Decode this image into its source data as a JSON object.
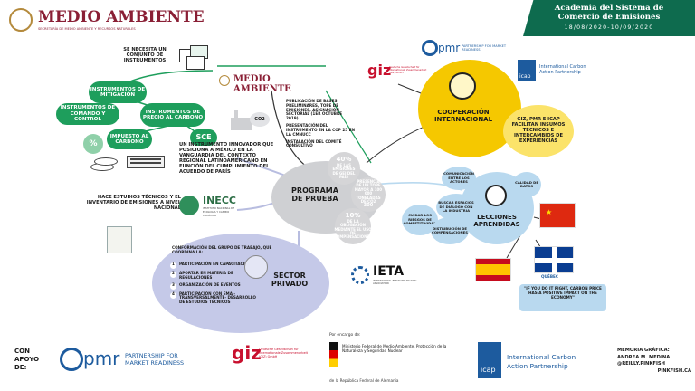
{
  "header": {
    "logo_title": "MEDIO AMBIENTE",
    "logo_subtitle": "SECRETARÍA DE MEDIO AMBIENTE Y RECURSOS NATURALES",
    "banner_title_1": "Academia del Sistema de",
    "banner_title_2": "Comercio de Emisiones",
    "banner_dates": "18/08/2020-10/09/2020"
  },
  "left": {
    "note_top": "SE NECESITA UN CONJUNTO DE INSTRUMENTOS",
    "mitigacion": "INSTRUMENTOS DE MITIGACIÓN",
    "comando": "INSTRUMENTOS DE COMANDO Y CONTROL",
    "precio": "INSTRUMENTOS DE PRECIO AL CARBONO",
    "impuesto": "IMPUESTO AL CARBONO",
    "sce": "SCE",
    "percent_icon": "%",
    "innovador": "UN INSTRUMENTO INNOVADOR QUE POSICIONA A MÉXICO EN LA VANGUARDIA DEL CONTEXTO REGIONAL LATINOAMERICANO EN FUNCIÓN DEL CUMPLIMIENTO DEL ACUERDO DE PARÍS",
    "co2": "CO2",
    "inecc_note": "HACE ESTUDIOS TÉCNICOS Y EL INVENTARIO DE EMISIONES A NIVEL NACIONAL",
    "inecc_logo": "INECC",
    "inecc_sub": "INSTITUTO NACIONAL DE ECOLOGÍA Y CAMBIO CLIMÁTICO"
  },
  "center": {
    "medio_ambiente_small": "MEDIO AMBIENTE",
    "bullets": [
      "PUBLICACIÓN DE BASES PRELIMINARES, TOPE DE EMISIONES, ASIGNACIÓN SECTORIAL (1ER OCTUBRE 2019)",
      "PRESENTACIÓN DEL INSTRUMENTO EN LA COP 25 EN LA CMNUCC",
      "INSTALACIÓN DEL COMITÉ CONSULTIVO"
    ],
    "programa": "PROGRAMA DE PRUEBA",
    "stat1_value": "40%",
    "stat1_text": "DE LAS EMISIONES DE GEI DEL PAÍS",
    "stat2_text": "PRESENCIA DE UN TOPE MAYOR A 100 000 TONELADAS DE CO2",
    "stat2_value": "300",
    "stat3_value": "10%",
    "stat3_text": "DE LA OBLIGACIÓN MEDIANTE EL USO DE COMPENSACIONES",
    "sector_privado": "SECTOR PRIVADO",
    "grupo_title": "CONFORMACIÓN DEL GRUPO DE TRABAJO, QUE COORDINA LA:",
    "grupo_items": [
      "PARTICIPACIÓN EN CAPACITACIONES",
      "APORTAR EN MATERIA DE REGULACIONES",
      "ORGANIZACIÓN DE EVENTOS",
      "PARTICIPACIÓN CON EMA -TRANSVERSALMENTE- DESARROLLO DE ESTUDIOS TÉCNICOS"
    ],
    "grupo_nums": [
      "1",
      "2",
      "3",
      "4"
    ],
    "ieta": "IETA",
    "ieta_sub": "INTERNATIONAL EMISSIONS TRADING ASSOCIATION"
  },
  "right": {
    "pmr_logo": "PARTNERSHIP FOR MARKET READINESS",
    "giz_logo": "giz",
    "giz_sub": "Deutsche Gesellschaft für Internationale Zusammenarbeit (GIZ) GmbH",
    "icap_logo": "icap",
    "icap_name": "International Carbon Action Partnership",
    "cooperacion": "COOPERACIÓN INTERNACIONAL",
    "insumos": "GIZ, PMR E ICAP FACILITAN INSUMOS TÉCNICOS E INTERCAMBIOS DE EXPERIENCIAS",
    "lecciones": "LECCIONES APRENDIDAS",
    "mini": [
      "COMUNICACIÓN ENTRE LOS ACTORES",
      "CALIDAD DE DATOS",
      "BUSCAR ESPACIOS DE DIÁLOGO CON LA INDUSTRIA",
      "CUIDAR LOS RIESGOS DE COMPETITIVIDAD",
      "DISTRIBUCIÓN DE COMPENSACIONES"
    ],
    "quebec": "QUÉBEC",
    "quote": "\"IF YOU DO IT RIGHT, CARBON PRICE HAS A POSITIVE IMPACT ON THE ECONOMY\""
  },
  "footer": {
    "con_apoyo": "CON APOYO DE:",
    "pmr": "PARTNERSHIP FOR MARKET READINESS",
    "pmr_word": "pmr",
    "giz": "giz",
    "giz_sub": "Deutsche Gesellschaft für Internationale Zusammenarbeit (GIZ) GmbH",
    "por_encargo": "Por encargo de:",
    "bmu": "Ministerio Federal de Medio Ambiente, Protección de la Naturaleza y Seguridad Nuclear",
    "republica": "de la República Federal de Alemania",
    "icap": "icap",
    "icap_name_1": "International Carbon",
    "icap_name_2": "Action Partnership",
    "memoria_1": "MEMORIA GRÁFICA:",
    "memoria_2": "ANDREA M. MEDINA",
    "memoria_3": "@REILLY.PINKFISH",
    "memoria_4": "PINKFISH.CA"
  },
  "colors": {
    "green": "#1e9e5c",
    "dark_green": "#0e6b4e",
    "maroon": "#8a1f35",
    "yellow": "#f5c800",
    "blue": "#1d5b9e",
    "light_blue": "#b9d9ef",
    "lavender": "#b8bde0",
    "gray": "#cfd0d3"
  }
}
